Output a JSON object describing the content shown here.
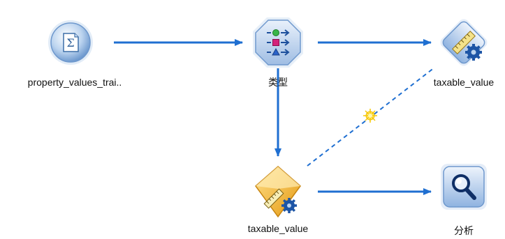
{
  "nodes": {
    "source": {
      "label": "property_values_trai..",
      "icon": "statistics-file-source-icon"
    },
    "type": {
      "label": "类型",
      "icon": "type-node-icon"
    },
    "model_top": {
      "label": "taxable_value",
      "icon": "linear-model-nugget-icon"
    },
    "model_bottom": {
      "label": "taxable_value",
      "icon": "linear-model-builder-icon"
    },
    "analysis": {
      "label": "分析",
      "icon": "analysis-magnifier-icon"
    }
  },
  "colors": {
    "arrow": "#1f6fd1",
    "dashed_link": "#1f6fd1",
    "node_blue": "#7fa9d9",
    "node_gold": "#f2b632"
  }
}
